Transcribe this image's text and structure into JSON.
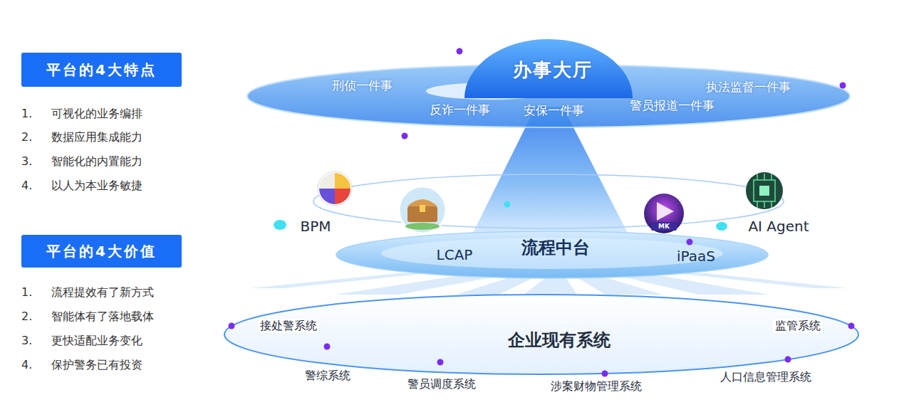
{
  "diagram": {
    "nodes": [
      {
        "text": [
          "平台的4大特点"
        ]
      },
      {
        "text": [
          "平台的4大价值"
        ]
      },
      {
        "text": [
          "刑侦一件事",
          "反诈一件事",
          "安保一件事",
          "警员报道一件事",
          "执法监督一件事"
        ]
      },
      {
        "text": [
          "办事大厅"
        ],
        "in": 2
      },
      {
        "text": [
          "流程中台",
          "LCAP",
          "iPaaS"
        ]
      },
      {
        "text": [
          "企业现有系统",
          "接处警系统",
          "监管系统",
          "警综系统",
          "警员调度系统",
          "涉案财物管理系统",
          "人口信息管理系统"
        ]
      }
    ],
    "labels": [
      "1.",
      "可视化的业务编排",
      "2.",
      "数据应用集成能力",
      "3.",
      "智能化的内置能力",
      "4.",
      "以人为本业务敏捷",
      "1.",
      "流程提效有了新方式",
      "2.",
      "智能体有了落地载体",
      "3.",
      "更快适配业务变化",
      "4.",
      "保护警务已有投资",
      "BPM",
      "AI Agent",
      "MK"
    ]
  }
}
